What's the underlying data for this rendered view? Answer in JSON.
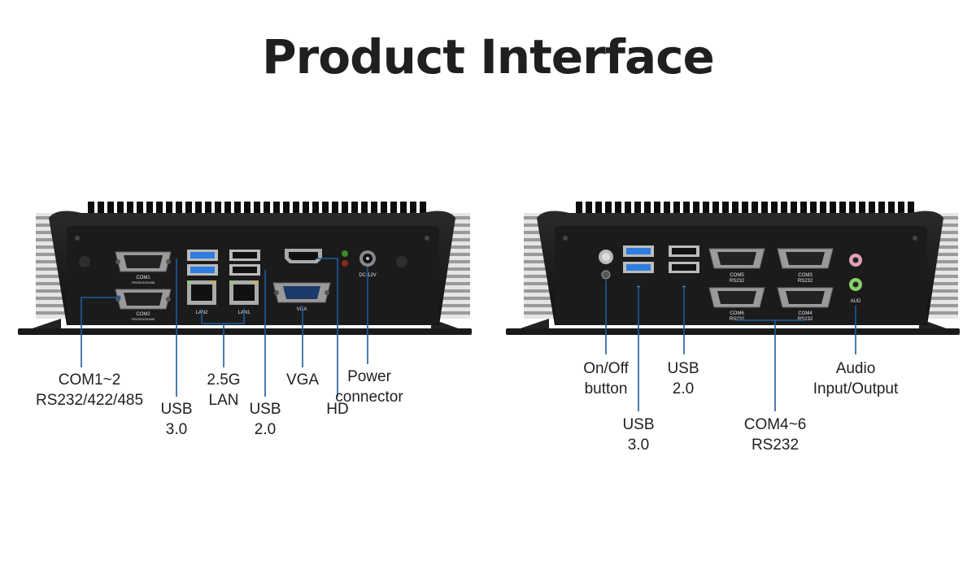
{
  "title": "Product Interface",
  "front_panel": {
    "port_text": {
      "com1": "COM1",
      "com1_std": "RS232/422/485",
      "com2": "COM2",
      "com2_std": "RS232/422/485",
      "lan2": "LAN2",
      "lan1": "LAN1",
      "vga": "VGA",
      "dc": "DC-12V"
    },
    "callouts": {
      "com": [
        "COM1~2",
        "RS232/422/485"
      ],
      "usb3": [
        "USB",
        "3.0"
      ],
      "lan": [
        "2.5G",
        "LAN"
      ],
      "usb2": [
        "USB",
        "2.0"
      ],
      "vga": [
        "VGA"
      ],
      "hd": [
        "HD"
      ],
      "power": [
        "Power",
        "connector"
      ]
    }
  },
  "back_panel": {
    "port_text": {
      "com5": "COM5",
      "com5_std": "RS232",
      "com3": "COM3",
      "com3_std": "RS232",
      "com6": "COM6",
      "com6_std": "RS232",
      "com4": "COM4",
      "com4_std": "RS232",
      "aud": "AUD"
    },
    "callouts": {
      "onoff": [
        "On/Off",
        "button"
      ],
      "usb3": [
        "USB",
        "3.0"
      ],
      "usb2": [
        "USB",
        "2.0"
      ],
      "com": [
        "COM4~6",
        "RS232"
      ],
      "audio": [
        "Audio",
        "Input/Output"
      ]
    }
  },
  "colors": {
    "chassis": "#1a1a1a",
    "fins": "#dcdcdc",
    "callout_line": "#1e5a9e",
    "usb3_blue": "#2f7de1",
    "mic_pink": "#e0a0b8",
    "line_green": "#8ccf6a"
  }
}
